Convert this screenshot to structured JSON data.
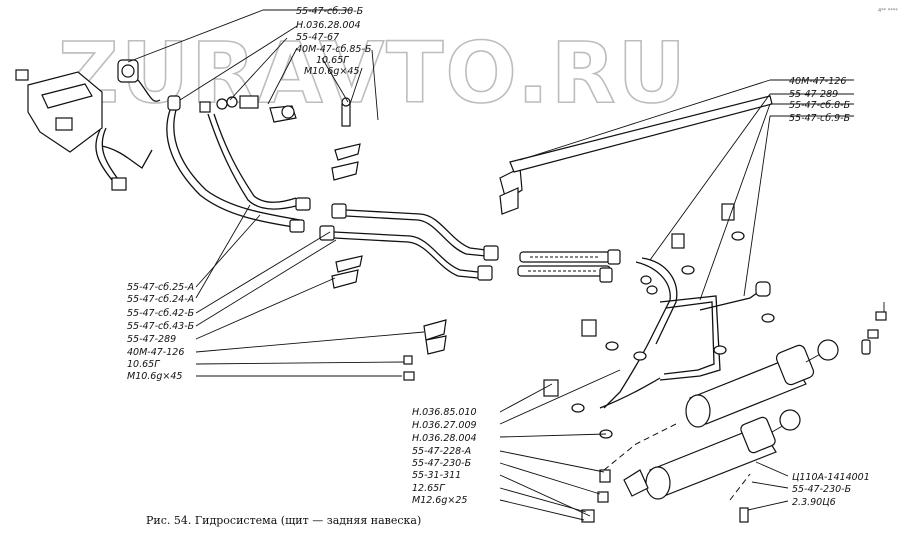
{
  "watermark": "ZURAVTO.RU",
  "corner_mark": "4** ****",
  "caption": "Рис. 54. Гидросистема (щит — задняя навеска)",
  "labels": {
    "top": [
      "55-47-сб.30-Б",
      "Н.036.28.004",
      "55-47-67",
      "40М-47-сб.85-Б",
      "10.65Г",
      "М10.6g×45"
    ],
    "right_top": [
      "40М-47-126",
      "55-47-289",
      "55-47-сб.8-Б",
      "55-47-сб.9-Б"
    ],
    "left": [
      "55-47-сб.25-А",
      "55-47-сб.24-А",
      "55-47-сб.42-Б",
      "55-47-сб.43-Б",
      "55-47-289",
      "40М-47-126",
      "10.65Г",
      "М10.6g×45"
    ],
    "bottom_mid": [
      "Н.036.85.010",
      "Н.036.27.009",
      "Н.036.28.004",
      "55-47-228-А",
      "55-47-230-Б",
      "55-31-311",
      "12.65Г",
      "М12.6g×25"
    ],
    "right_bottom": [
      "Ц110А-1414001",
      "55-47-230-Б",
      "2.3.90Ц6"
    ]
  }
}
